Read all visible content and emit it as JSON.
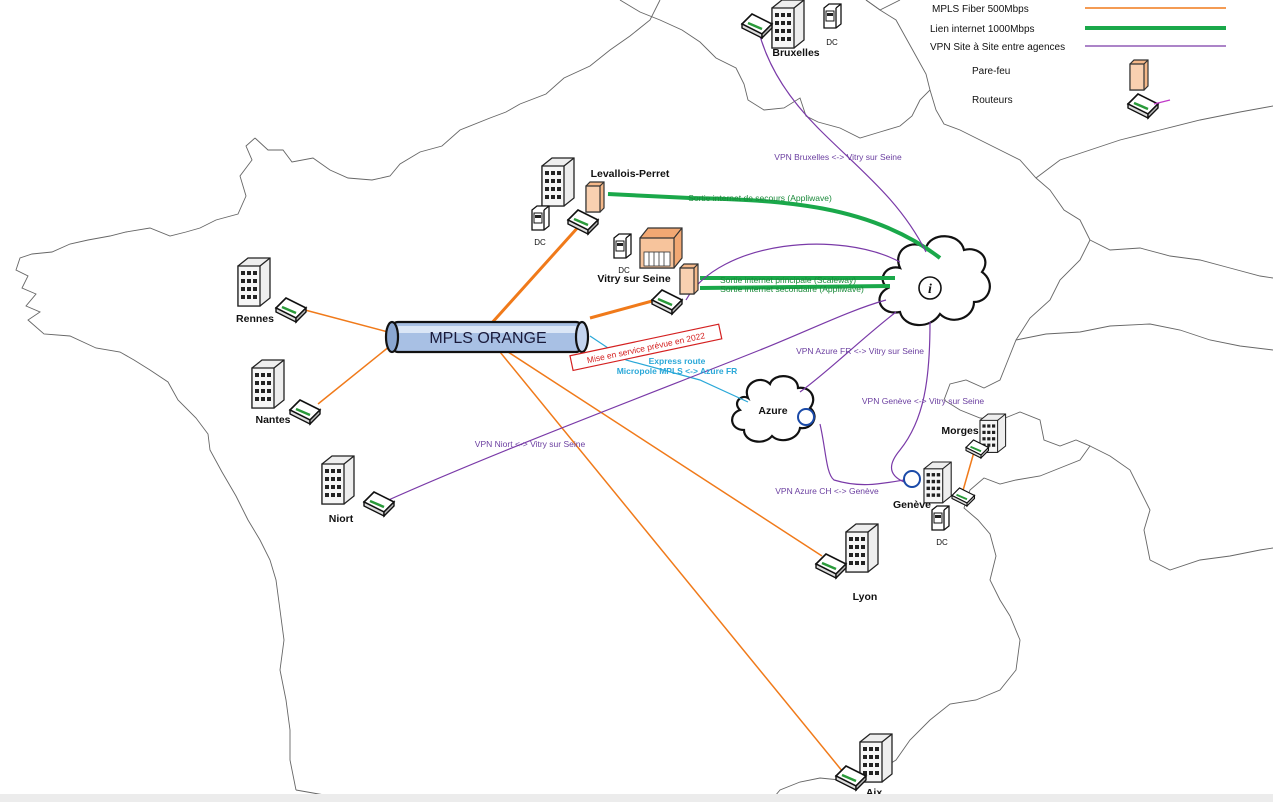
{
  "legend": {
    "mpls": "MPLS Fiber 500Mbps",
    "internet": "Lien internet 1000Mbps",
    "vpn": "VPN Site à Site entre agences",
    "firewall": "Pare-feu",
    "router": "Routeurs"
  },
  "colors": {
    "mpls": "#f07a1a",
    "internet": "#1aa84a",
    "vpn": "#7a3aa8",
    "express": "#2aa8d8",
    "mpls_tube": "#9bb5dd"
  },
  "hub": {
    "label": "MPLS ORANGE"
  },
  "sites": {
    "bruxelles": "Bruxelles",
    "levallois": "Levallois-Perret",
    "vitry": "Vitry sur Seine",
    "rennes": "Rennes",
    "nantes": "Nantes",
    "niort": "Niort",
    "lyon": "Lyon",
    "aix": "Aix",
    "morges": "Morges",
    "geneve": "Genève"
  },
  "dc": "DC",
  "clouds": {
    "azure": "Azure",
    "internet_icon": "i"
  },
  "links": {
    "vpn_bruxelles": "VPN Bruxelles <-> Vitry sur Seine",
    "secours": "Sortie internet de secours (Appliwave)",
    "principale": "Sortie internet principale (Scaleway)",
    "secondaire": "Sortie internet secondaire (Appliwave)",
    "vpn_azure_fr": "VPN Azure FR <-> Vitry sur Seine",
    "vpn_geneve": "VPN Genève <-> Vitry sur Seine",
    "vpn_azure_ch": "VPN Azure CH <-> Genève",
    "vpn_niort": "VPN Niort <-> Vitry sur Seine",
    "express_1": "Express route",
    "express_2": "Micropole MPLS <-> Azure FR",
    "mise_service": "Mise en service prévue en 2022"
  }
}
